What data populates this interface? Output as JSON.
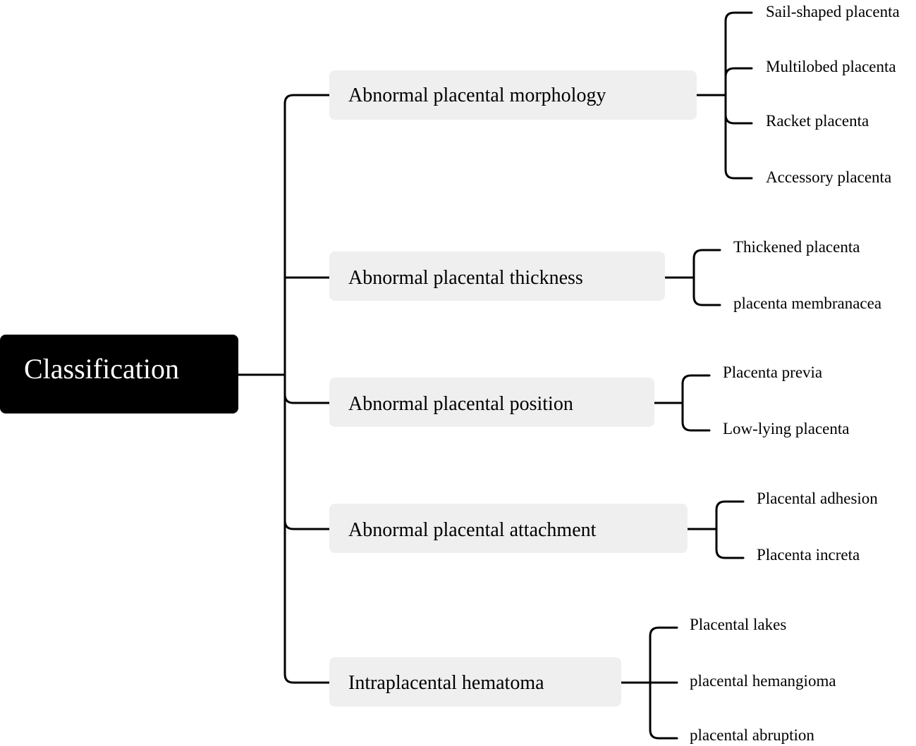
{
  "root": {
    "label": "Classification"
  },
  "categories": [
    {
      "label": "Abnormal placental morphology",
      "items": [
        "Sail-shaped placenta",
        "Multilobed placenta",
        "Racket placenta",
        "Accessory placenta"
      ]
    },
    {
      "label": "Abnormal placental thickness",
      "items": [
        "Thickened placenta",
        "placenta membranacea"
      ]
    },
    {
      "label": "Abnormal placental position",
      "items": [
        "Placenta previa",
        "Low-lying placenta"
      ]
    },
    {
      "label": "Abnormal placental attachment",
      "items": [
        "Placental adhesion",
        "Placenta increta"
      ]
    },
    {
      "label": "Intraplacental hematoma",
      "items": [
        "Placental lakes",
        "placental hemangioma",
        "placental abruption"
      ]
    }
  ]
}
